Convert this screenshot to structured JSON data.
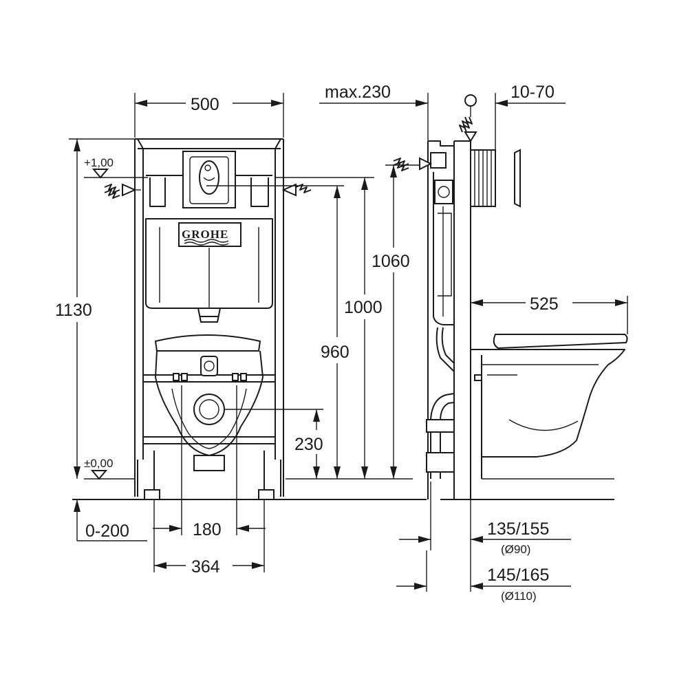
{
  "brand": {
    "logo_text": "GROHE"
  },
  "dimensions": {
    "frame_width": "500",
    "max_depth": "max.230",
    "wall_offset": "10-70",
    "total_height": "1130",
    "height_1060": "1060",
    "height_1000": "1000",
    "height_960": "960",
    "height_230": "230",
    "bowl_projection": "525",
    "level_top": "+1,00",
    "level_zero": "±0,00",
    "foot_adjust": "0-200",
    "bolt_spacing": "180",
    "frame_inner_width": "364",
    "drain_90_offset": "135/155",
    "drain_90_diameter": "(Ø90)",
    "drain_110_offset": "145/165",
    "drain_110_diameter": "(Ø110)"
  }
}
